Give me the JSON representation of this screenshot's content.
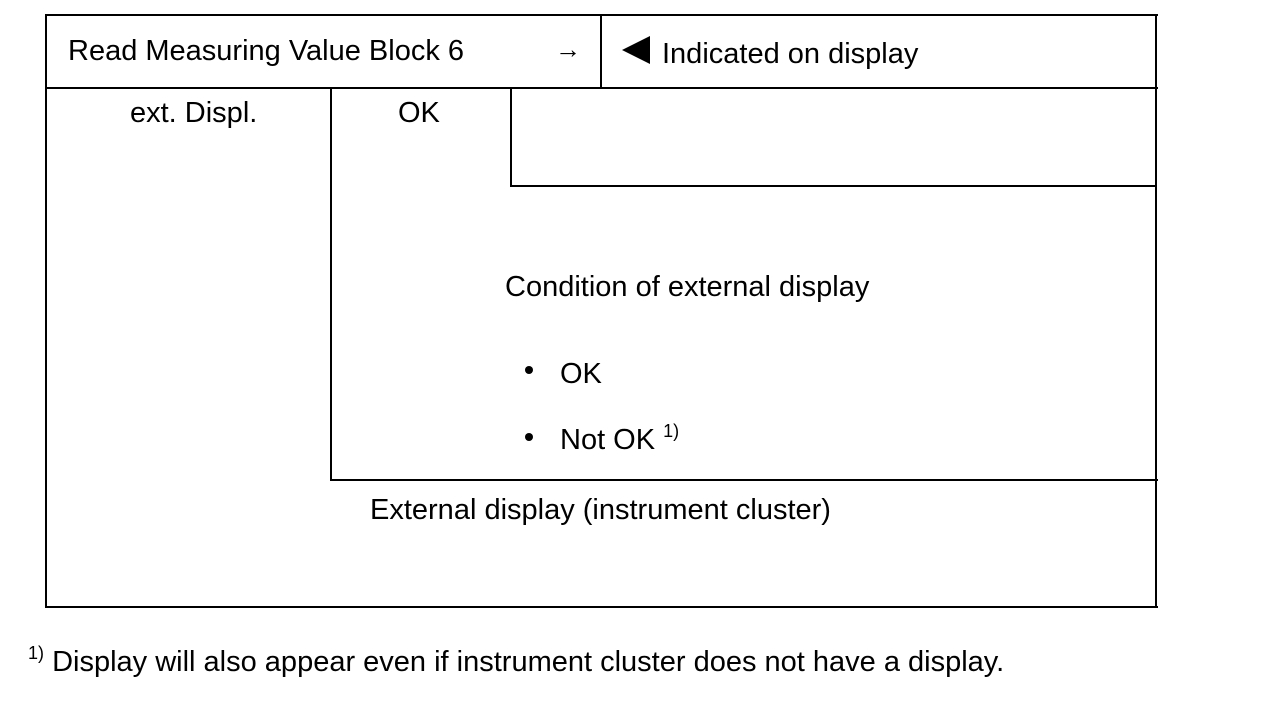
{
  "header": {
    "block_label": "Read Measuring Value Block 6",
    "arrow_glyph": "→",
    "indicator_icon": "left-triangle-icon",
    "indicated_label": "Indicated on display"
  },
  "display": {
    "field_name": "ext. Displ.",
    "field_value": "OK",
    "condition_title": "Condition of external display",
    "options": [
      {
        "label": "OK",
        "footnote": ""
      },
      {
        "label": "Not OK",
        "footnote": "1)"
      }
    ],
    "external_label": "External display (instrument cluster)"
  },
  "footnote": {
    "marker": "1)",
    "text": "Display will also appear even if instrument cluster does not have a display."
  }
}
